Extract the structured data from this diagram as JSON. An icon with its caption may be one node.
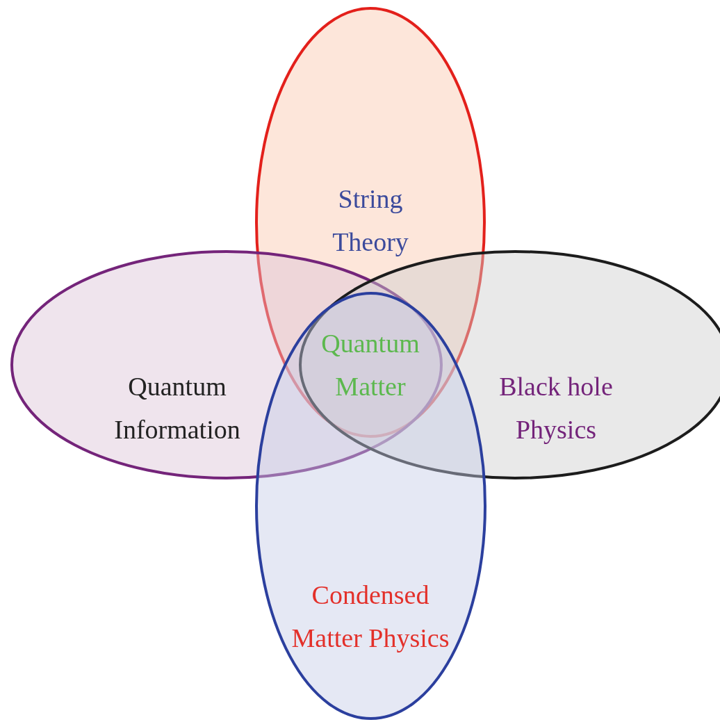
{
  "diagram": {
    "nodes": [
      {
        "text": [
          "String Theory"
        ]
      },
      {
        "text": [
          "Quantum Information"
        ]
      },
      {
        "text": [
          "Black hole Physics"
        ]
      },
      {
        "text": [
          "Condensed Matter Physics"
        ]
      }
    ],
    "labels": [
      "Quantum Matter"
    ]
  }
}
